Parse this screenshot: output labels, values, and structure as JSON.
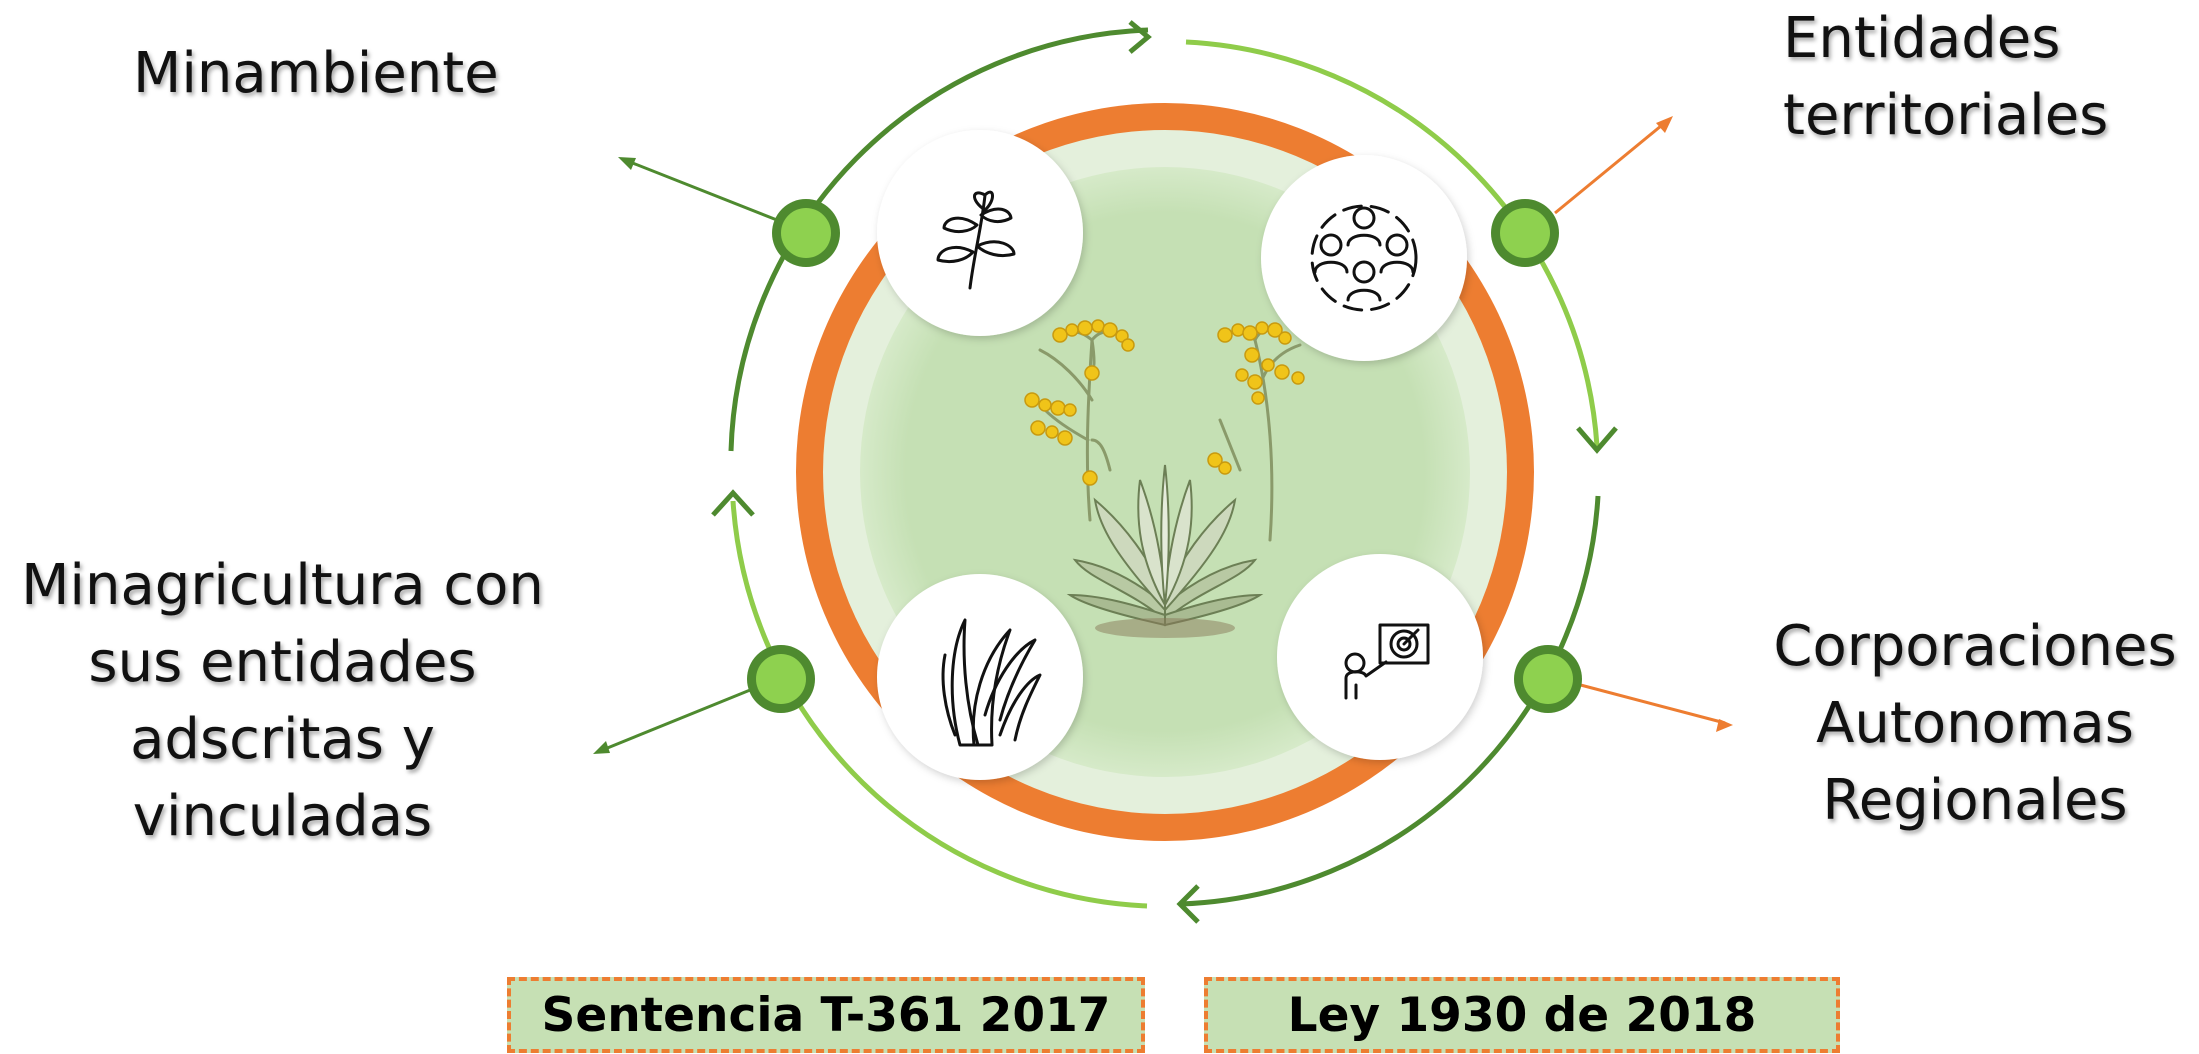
{
  "labels": {
    "minambiente": [
      "Minambiente"
    ],
    "entidades": [
      "Entidades",
      "territoriales"
    ],
    "minagricultura": [
      "Minagricultura con",
      "sus entidades",
      "adscritas y",
      "vinculadas"
    ],
    "corporaciones": [
      "Corporaciones",
      "Autonomas",
      "Regionales"
    ]
  },
  "legal_boxes": {
    "sentencia": "Sentencia T-361 2017",
    "ley": "Ley 1930 de 2018"
  },
  "icons": {
    "top_left": "leaf-branch-icon",
    "top_right": "community-people-icon",
    "bottom_left": "grass-blades-icon",
    "bottom_right": "presenter-target-icon",
    "center": "frailejon-plant-icon"
  },
  "colors": {
    "dark_green": "#4e8a2f",
    "light_green": "#8fcc4a",
    "node_fill": "#8ed14f",
    "orange": "#ed7d31",
    "inner_green": "#c5e0b4",
    "inner_light": "#e4f0dc",
    "box_fill": "#c6e0b4"
  }
}
